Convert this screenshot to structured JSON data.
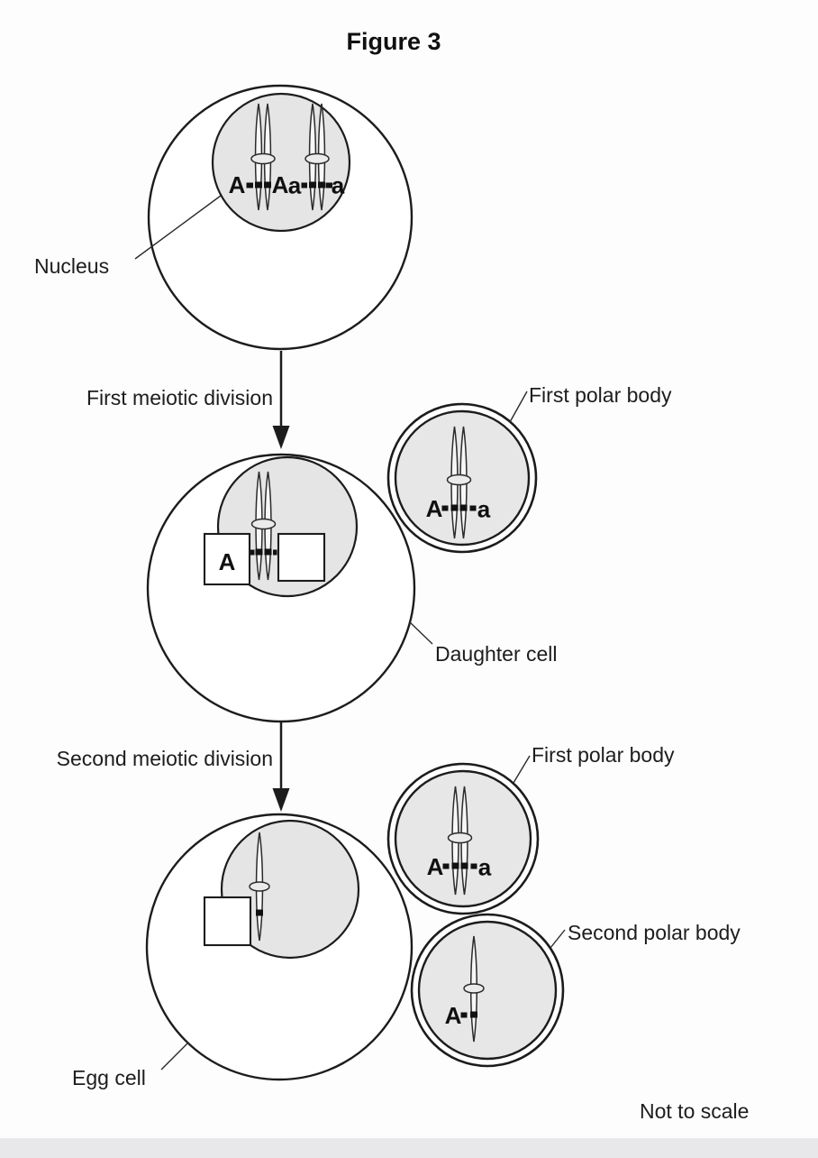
{
  "figure": {
    "title": "Figure 3",
    "footnote": "Not to scale"
  },
  "colors": {
    "outline": "#1c1c1c",
    "nucleus_fill": "#e5e5e5",
    "polar_body_fill": "#e7e7e7",
    "allele_band": "#111111",
    "background": "#fdfdfd",
    "footer_band": "#e8e8ea"
  },
  "stage1": {
    "nucleus_label": "Nucleus",
    "alleles": {
      "pair1_left": "A",
      "pair1_right": "A",
      "pair2_left": "a",
      "pair2_right": "a"
    }
  },
  "division1": {
    "label": "First meiotic division"
  },
  "stage2": {
    "cell_label": "Daughter cell",
    "polar_label": "First polar body",
    "box_left_value": "A",
    "box_right_value": "",
    "polar_alleles": {
      "left": "A",
      "right": "a"
    }
  },
  "division2": {
    "label": "Second meiotic division"
  },
  "stage3": {
    "cell_label": "Egg cell",
    "polar1_label": "First polar body",
    "polar2_label": "Second polar body",
    "box_value": "",
    "polar1_alleles": {
      "left": "A",
      "right": "a"
    },
    "polar2_allele": "A"
  }
}
